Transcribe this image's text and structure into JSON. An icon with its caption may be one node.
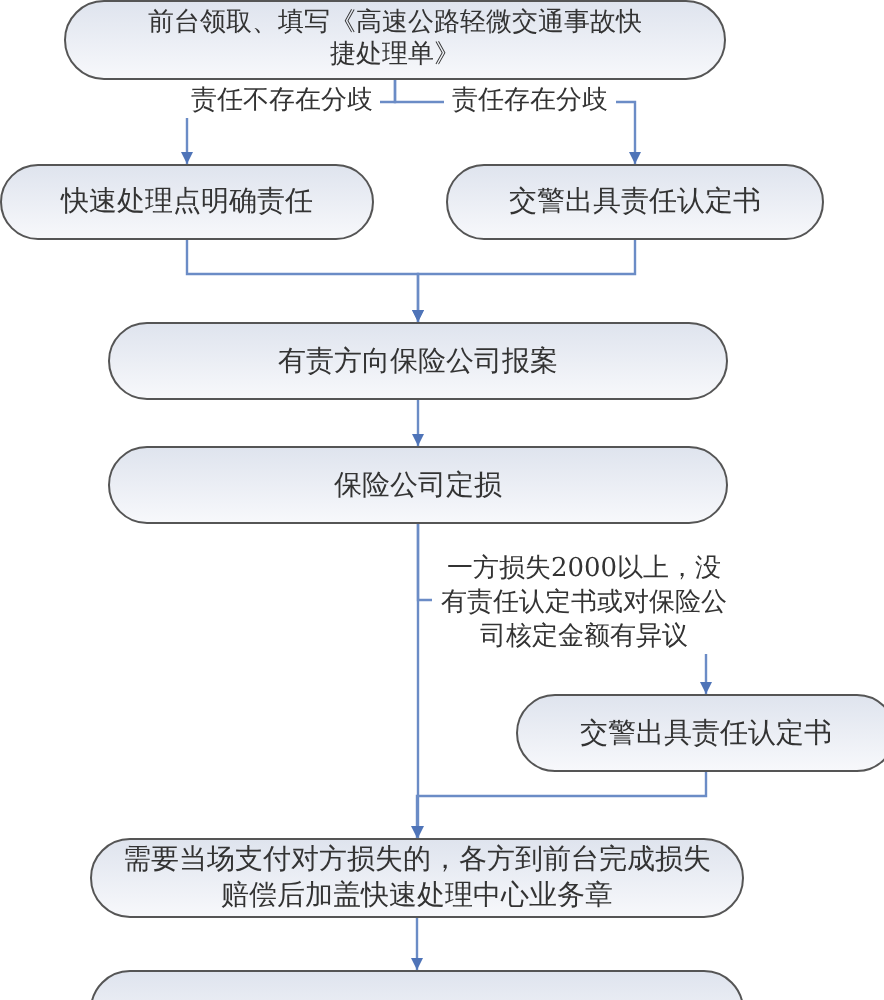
{
  "diagram": {
    "nodes": [
      {
        "text": [
          "前台领取、填写《高速公路轻微交通事故快捷处理单》"
        ]
      },
      {
        "text": [
          "快速处理点明确责任"
        ]
      },
      {
        "text": [
          "交警出具责任认定书"
        ]
      },
      {
        "text": [
          "有责方向保险公司报案"
        ]
      },
      {
        "text": [
          "保险公司定损"
        ]
      },
      {
        "text": [
          "交警出具责任认定书"
        ]
      },
      {
        "text": [
          "需要当场支付对方损失的，各方到前台完成损失赔偿后加盖快速处理中心业务章"
        ]
      },
      {
        "text": [],
        "shape": "box"
      }
    ],
    "edges": [
      {
        "from": 0,
        "to": 1,
        "arrow": "to",
        "label": "责任不存在分歧"
      },
      {
        "from": 0,
        "to": 2,
        "arrow": "to",
        "label": "责任存在分歧"
      },
      {
        "from": 1,
        "to": 3,
        "arrow": "to"
      },
      {
        "from": 2,
        "to": 3,
        "arrow": "to"
      },
      {
        "from": 3,
        "to": 4,
        "arrow": "to"
      },
      {
        "from": 4,
        "to": 5,
        "arrow": "to",
        "label": "一方损失2000以上，没有责任认定书或对保险公司核定金额有异议"
      },
      {
        "from": 4,
        "to": 6,
        "arrow": "to"
      },
      {
        "from": 5,
        "to": 6,
        "arrow": "to"
      },
      {
        "from": 6,
        "to": 7,
        "arrow": "to"
      }
    ]
  }
}
